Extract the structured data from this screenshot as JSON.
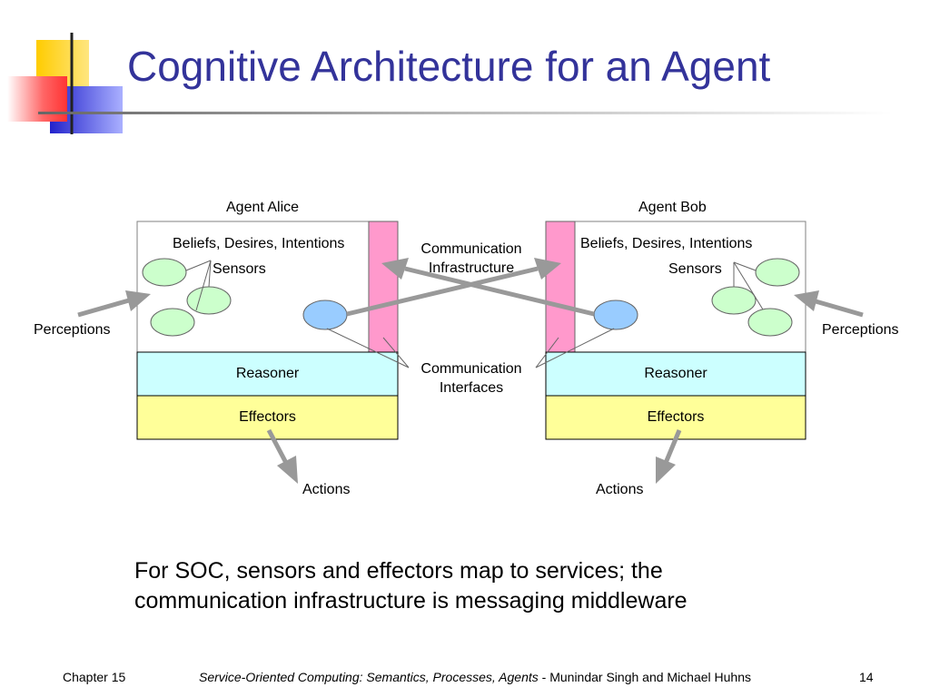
{
  "title": "Cognitive Architecture for an Agent",
  "diagram": {
    "agent_alice": {
      "name": "Agent Alice",
      "bdi": "Beliefs, Desires, Intentions",
      "sensors": "Sensors",
      "perceptions": "Perceptions",
      "reasoner": "Reasoner",
      "effectors": "Effectors",
      "actions": "Actions"
    },
    "agent_bob": {
      "name": "Agent Bob",
      "bdi": "Beliefs, Desires, Intentions",
      "sensors": "Sensors",
      "perceptions": "Perceptions",
      "reasoner": "Reasoner",
      "effectors": "Effectors",
      "actions": "Actions"
    },
    "comm_infrastructure": [
      "Communication",
      "Infrastructure"
    ],
    "comm_interfaces": [
      "Communication",
      "Interfaces"
    ],
    "colors": {
      "reasoner": "#ccffff",
      "effectors": "#ffff99",
      "comm_bar": "#ff99cc",
      "sensor": "#ccffcc",
      "interface_node": "#99ccff",
      "arrow": "#999999",
      "title": "#33339a"
    }
  },
  "bottom_text": {
    "line1": "For SOC, sensors and effectors map to services; the",
    "line2": "communication infrastructure is messaging middleware"
  },
  "footer": {
    "chapter": "Chapter 15",
    "book_title": "Service-Oriented Computing: Semantics, Processes, Agents",
    "authors": " - Munindar Singh and Michael Huhns",
    "page": "14"
  }
}
